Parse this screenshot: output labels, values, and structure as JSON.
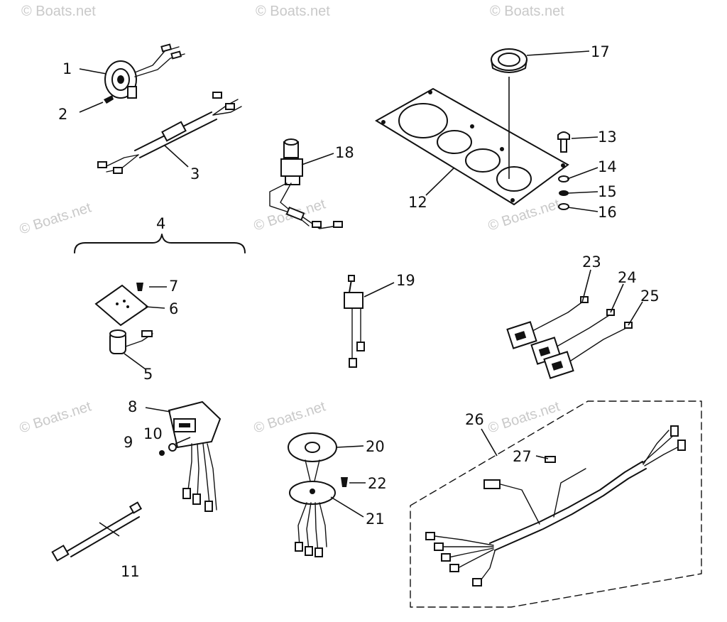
{
  "watermark": "© Boats.net",
  "callouts": {
    "c1": "1",
    "c2": "2",
    "c3": "3",
    "c4": "4",
    "c5": "5",
    "c6": "6",
    "c7": "7",
    "c8": "8",
    "c9": "9",
    "c10": "10",
    "c11": "11",
    "c12": "12",
    "c13": "13",
    "c14": "14",
    "c15": "15",
    "c16": "16",
    "c17": "17",
    "c18": "18",
    "c19": "19",
    "c20": "20",
    "c21": "21",
    "c22": "22",
    "c23": "23",
    "c24": "24",
    "c25": "25",
    "c26": "26",
    "c27": "27"
  },
  "colors": {
    "ink": "#111111",
    "watermark": "#c9c9c9",
    "background": "#ffffff"
  }
}
